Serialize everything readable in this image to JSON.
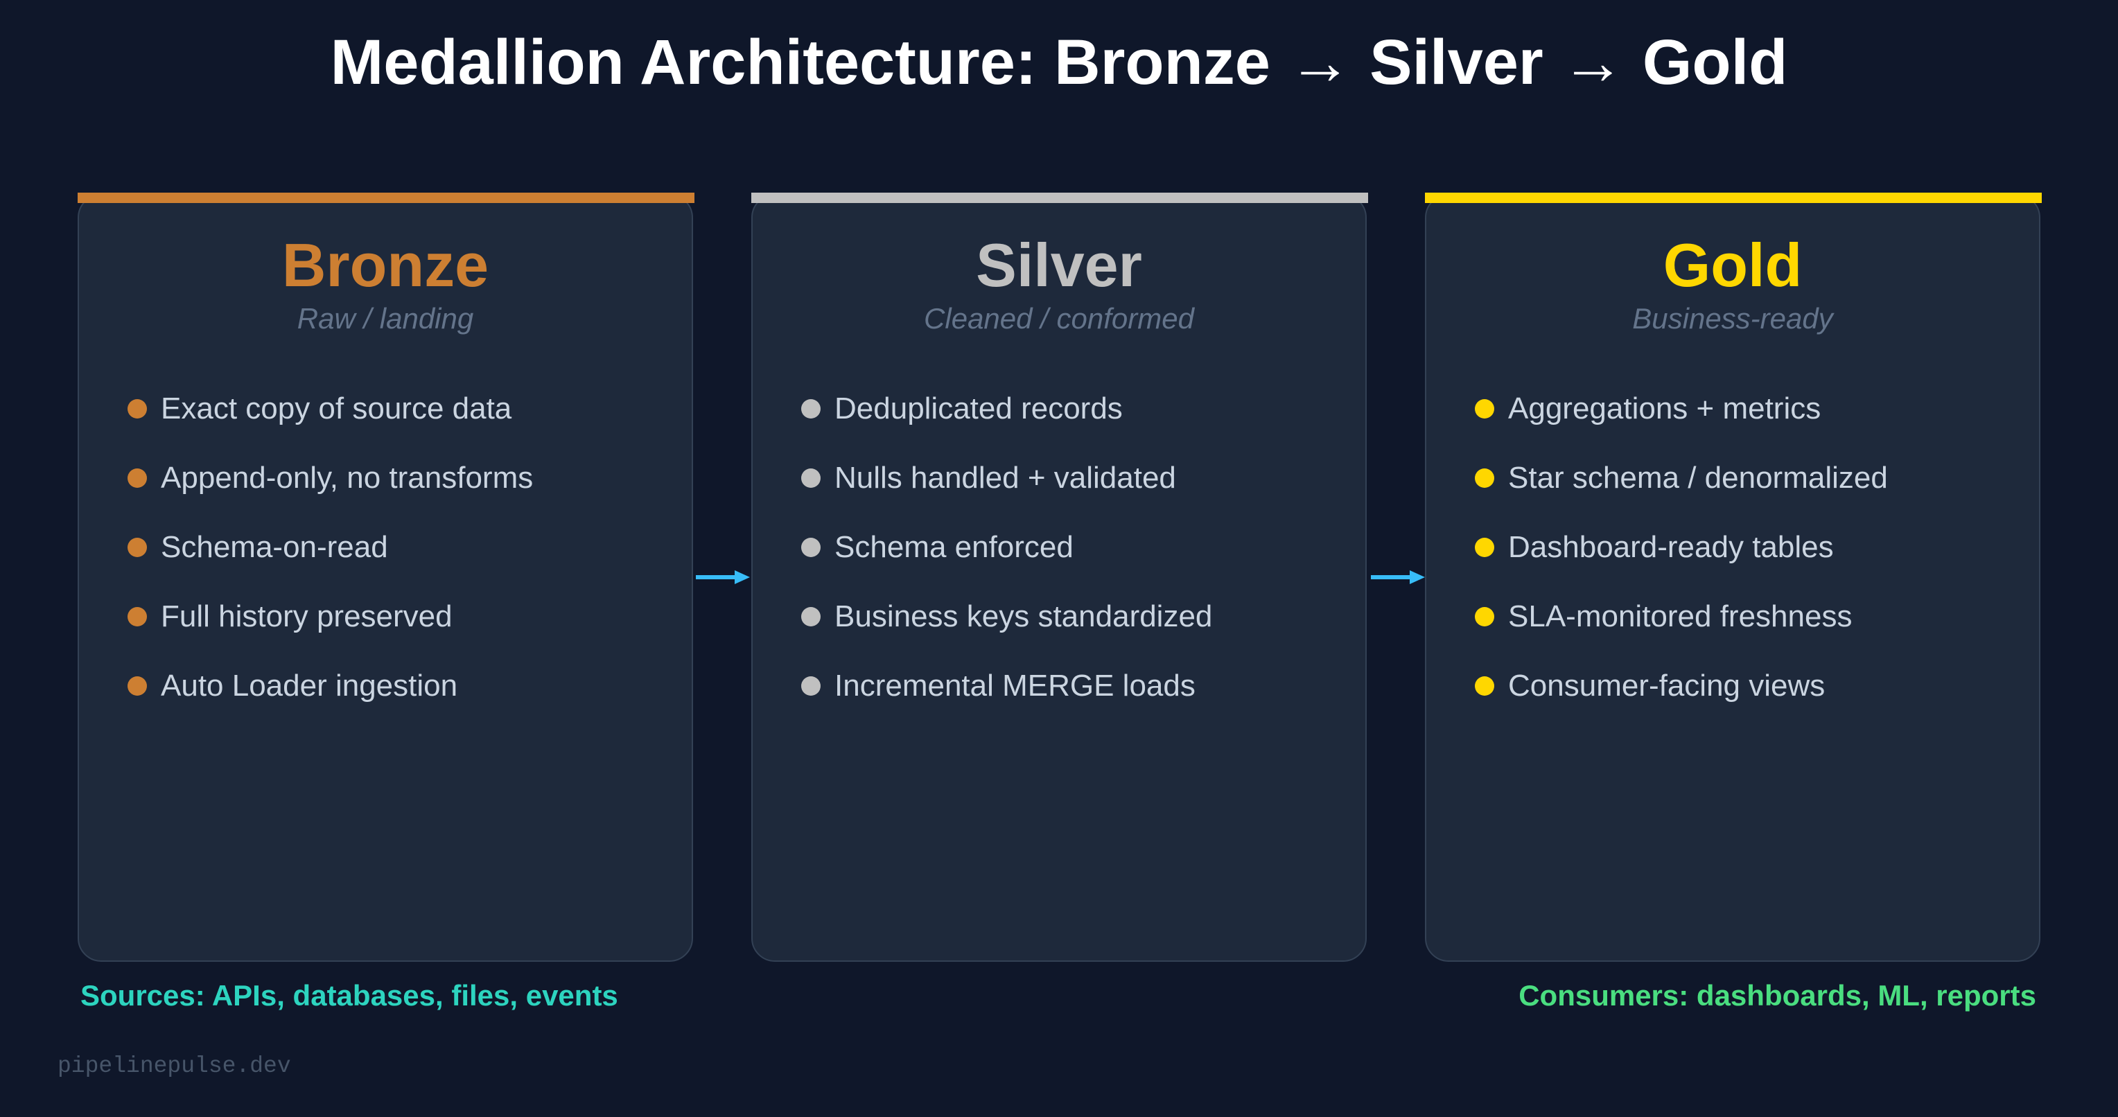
{
  "title": "Medallion Architecture: Bronze →  Silver →  Gold",
  "tiers": [
    {
      "name": "Bronze",
      "subtitle": "Raw / landing",
      "color": "#cd7f32",
      "items": [
        "Exact copy of source data",
        "Append-only, no transforms",
        "Schema-on-read",
        "Full history preserved",
        "Auto Loader ingestion"
      ]
    },
    {
      "name": "Silver",
      "subtitle": "Cleaned / conformed",
      "color": "#c0c0c0",
      "items": [
        "Deduplicated records",
        "Nulls handled + validated",
        "Schema enforced",
        "Business keys standardized",
        "Incremental MERGE loads"
      ]
    },
    {
      "name": "Gold",
      "subtitle": "Business-ready",
      "color": "#ffd700",
      "items": [
        "Aggregations + metrics",
        "Star schema / denormalized",
        "Dashboard-ready tables",
        "SLA-monitored freshness",
        "Consumer-facing views"
      ]
    }
  ],
  "sources": "Sources: APIs, databases, files, events",
  "consumers": "Consumers: dashboards, ML, reports",
  "brand": "pipelinepulse.dev",
  "colors": {
    "background": "#0f172a",
    "card": "#1e293b",
    "arrow": "#38bdf8",
    "sources": "#2dd4bf",
    "consumers": "#4ade80"
  }
}
